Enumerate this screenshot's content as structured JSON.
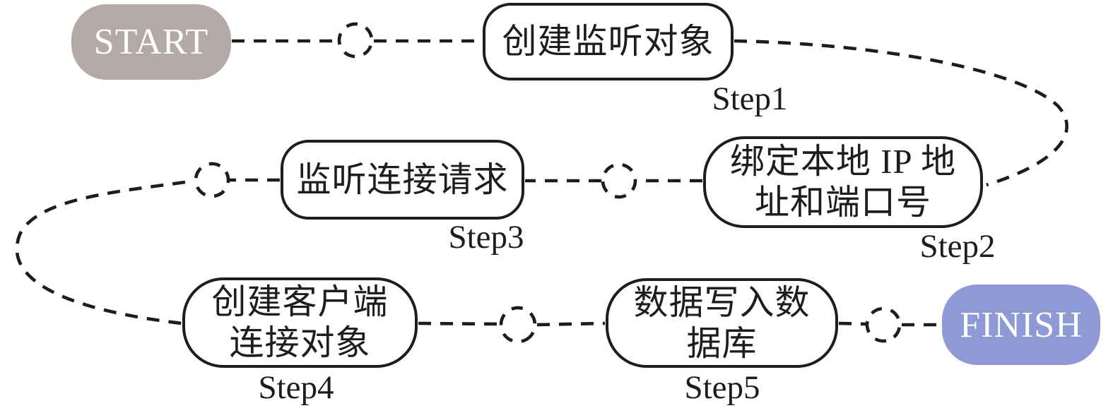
{
  "start": {
    "label": "START",
    "fill": "#b3a9a7",
    "text_color": "#ffffff"
  },
  "finish": {
    "label": "FINISH",
    "fill": "#8e9ad6",
    "text_color": "#ffffff"
  },
  "steps": [
    {
      "name": "Step1",
      "lines": [
        "创建监听对象"
      ]
    },
    {
      "name": "Step2",
      "lines": [
        "绑定本地 IP 地",
        "址和端口号"
      ]
    },
    {
      "name": "Step3",
      "lines": [
        "监听连接请求"
      ]
    },
    {
      "name": "Step4",
      "lines": [
        "创建客户端",
        "连接对象"
      ]
    },
    {
      "name": "Step5",
      "lines": [
        "数据写入数",
        "据库"
      ]
    }
  ],
  "colors": {
    "line": "#1d1d1b",
    "node_fill": "#ffffff",
    "node_border": "#1d1d1b"
  }
}
